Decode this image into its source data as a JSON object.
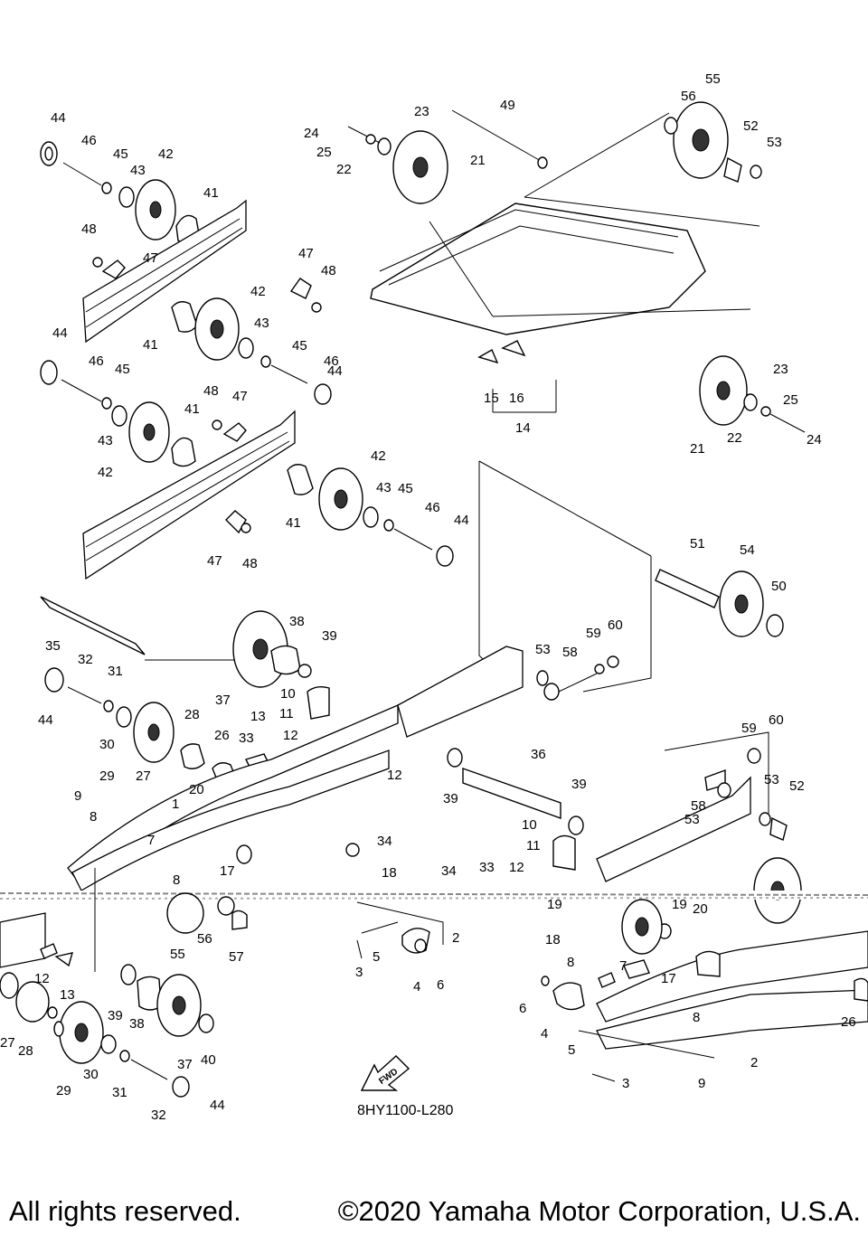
{
  "diagram": {
    "code": "8HY1100-L280",
    "fwd_label": "FWD",
    "callouts": [
      "1",
      "2",
      "3",
      "4",
      "5",
      "6",
      "7",
      "8",
      "9",
      "10",
      "11",
      "12",
      "13",
      "14",
      "15",
      "16",
      "17",
      "18",
      "19",
      "20",
      "21",
      "22",
      "23",
      "24",
      "25",
      "26",
      "27",
      "28",
      "29",
      "30",
      "31",
      "32",
      "33",
      "34",
      "35",
      "36",
      "37",
      "38",
      "39",
      "40",
      "41",
      "42",
      "43",
      "44",
      "45",
      "46",
      "47",
      "48",
      "49",
      "50",
      "51",
      "52",
      "53",
      "54",
      "55",
      "56",
      "57",
      "58",
      "59",
      "60"
    ]
  },
  "footer": {
    "rights": "All rights reserved.",
    "copyright": "©2020 Yamaha Motor Corporation, U.S.A."
  }
}
